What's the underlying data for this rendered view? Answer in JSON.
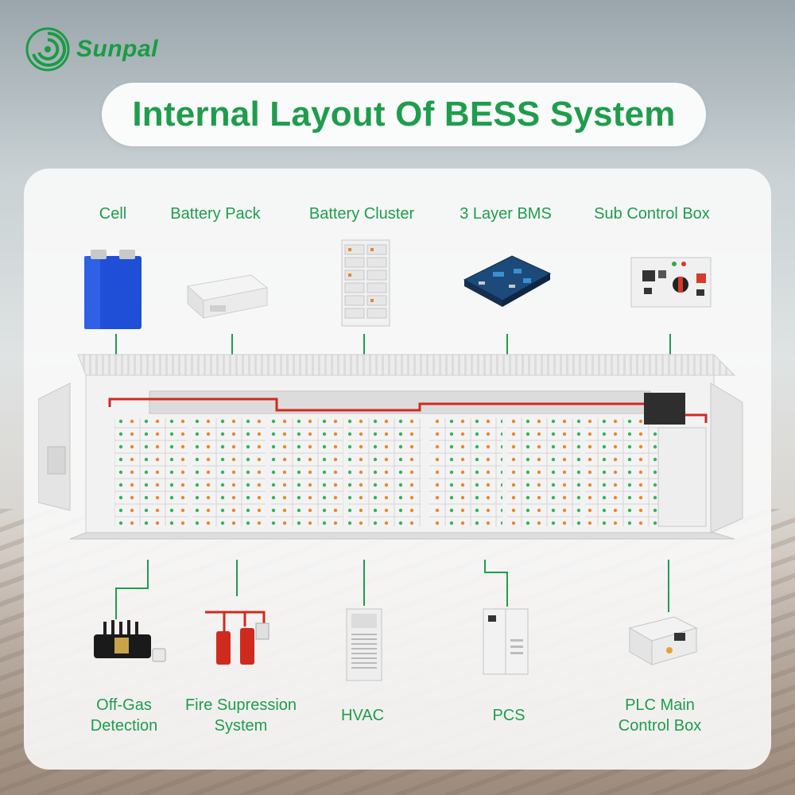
{
  "brand": {
    "name": "Sunpal"
  },
  "title": "Internal Layout Of BESS System",
  "top_components": [
    {
      "label": "Cell"
    },
    {
      "label": "Battery Pack"
    },
    {
      "label": "Battery Cluster"
    },
    {
      "label": "3 Layer BMS"
    },
    {
      "label": "Sub Control Box"
    }
  ],
  "bottom_components": [
    {
      "label_line1": "Off-Gas",
      "label_line2": "Detection"
    },
    {
      "label_line1": "Fire Supression",
      "label_line2": "System"
    },
    {
      "label_line1": "HVAC",
      "label_line2": ""
    },
    {
      "label_line1": "PCS",
      "label_line2": ""
    },
    {
      "label_line1": "PLC Main",
      "label_line2": "Control Box"
    }
  ],
  "colors": {
    "accent": "#1f9d4c",
    "cell_blue": "#1f4fd6"
  }
}
